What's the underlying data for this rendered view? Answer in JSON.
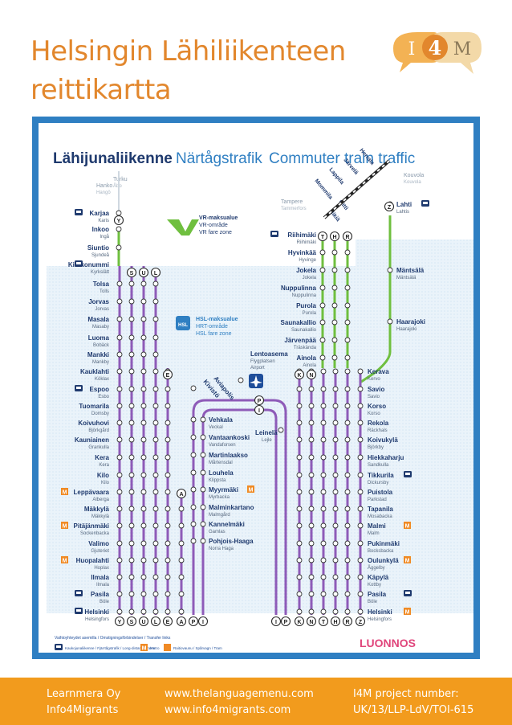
{
  "header": {
    "title_line1": "Helsingin Lähiliikenteen",
    "title_line2": "reittikartta",
    "logo": {
      "left": "I",
      "middle": "4",
      "right": "M"
    }
  },
  "map": {
    "heading": {
      "fi": "Lähijunaliikenne",
      "sv": "Närtågstrafik",
      "en": "Commuter train traffic"
    },
    "zones": {
      "vr": {
        "fi": "VR-maksualue",
        "sv": "VR-område",
        "en": "VR fare zone"
      },
      "hsl": {
        "fi": "HSL-maksualue",
        "sv": "HRT-område",
        "en": "HSL fare zone"
      }
    },
    "branch_labels": {
      "hanko": {
        "fi": "Hanko",
        "sv": "Hangö"
      },
      "turku": {
        "fi": "Turku",
        "sv": "Åbo"
      },
      "tampere": {
        "fi": "Tampere",
        "sv": "Tammerfors"
      },
      "kouvola": {
        "fi": "Kouvola",
        "sv": "Kouvola"
      },
      "hikia": {
        "fi": "Hikiä",
        "sv": "Hikiä"
      },
      "oitti": {
        "fi": "Oitti",
        "sv": "Oitti"
      },
      "mommila": {
        "fi": "Mommila",
        "sv": "Mommila"
      },
      "lappila": {
        "fi": "Lappila",
        "sv": "Lappila"
      },
      "jarvela": {
        "fi": "Järvelä",
        "sv": "Järvelä"
      },
      "herrala": {
        "fi": "Herrala",
        "sv": "Herrala"
      }
    },
    "airport": {
      "lentoasema": {
        "fi": "Lentoasema",
        "sv": "Flygplatsen",
        "en": "Airport"
      },
      "aviapolis": {
        "fi": "Aviapolis",
        "sv": "Aviapolis"
      },
      "kivisto": {
        "fi": "Kivistö",
        "sv": "Kivistö"
      },
      "leinela": {
        "fi": "Leinelä",
        "sv": "Lejle"
      }
    },
    "line_badges": {
      "y": "Y",
      "s": "S",
      "u": "U",
      "l": "L",
      "e": "E",
      "a": "A",
      "p": "P",
      "i": "I",
      "k": "K",
      "n": "N",
      "t": "T",
      "h": "H",
      "r": "R",
      "z": "Z"
    },
    "bottom_left_badges": [
      "Y",
      "S",
      "U",
      "L",
      "E",
      "A",
      "P",
      "I"
    ],
    "bottom_right_badges": [
      "I",
      "P",
      "K",
      "N",
      "T",
      "H",
      "R",
      "Z"
    ],
    "west_stations": [
      {
        "fi": "Karjaa",
        "sv": "Karis"
      },
      {
        "fi": "Inkoo",
        "sv": "Ingå"
      },
      {
        "fi": "Siuntio",
        "sv": "Sjundeå"
      },
      {
        "fi": "Kirkkonummi",
        "sv": "Kyrkslätt"
      },
      {
        "fi": "Tolsa",
        "sv": "Tolls"
      },
      {
        "fi": "Jorvas",
        "sv": "Jorvas"
      },
      {
        "fi": "Masala",
        "sv": "Masaby"
      },
      {
        "fi": "Luoma",
        "sv": "Bobäck"
      },
      {
        "fi": "Mankki",
        "sv": "Mankby"
      },
      {
        "fi": "Kauklahti",
        "sv": "Köklax"
      },
      {
        "fi": "Espoo",
        "sv": "Esbo"
      },
      {
        "fi": "Tuomarila",
        "sv": "Domsby"
      },
      {
        "fi": "Koivuhovi",
        "sv": "Björkgård"
      },
      {
        "fi": "Kauniainen",
        "sv": "Grankulla"
      },
      {
        "fi": "Kera",
        "sv": "Kera"
      },
      {
        "fi": "Kilo",
        "sv": "Kilo"
      },
      {
        "fi": "Leppävaara",
        "sv": "Alberga"
      },
      {
        "fi": "Mäkkylä",
        "sv": "Mäkkylä"
      },
      {
        "fi": "Pitäjänmäki",
        "sv": "Sockenbacka"
      },
      {
        "fi": "Valimo",
        "sv": "Gjuteriet"
      },
      {
        "fi": "Huopalahti",
        "sv": "Hoplax"
      },
      {
        "fi": "Ilmala",
        "sv": "Ilmala"
      },
      {
        "fi": "Pasila",
        "sv": "Böle"
      },
      {
        "fi": "Helsinki",
        "sv": "Helsingfors"
      }
    ],
    "ring_stations": [
      {
        "fi": "Vehkala",
        "sv": "Veckal"
      },
      {
        "fi": "Vantaankoski",
        "sv": "Vandaforsen"
      },
      {
        "fi": "Martinlaakso",
        "sv": "Mårtensdal"
      },
      {
        "fi": "Louhela",
        "sv": "Klippsta"
      },
      {
        "fi": "Myyrmäki",
        "sv": "Myrbacka"
      },
      {
        "fi": "Malminkartano",
        "sv": "Malmgård"
      },
      {
        "fi": "Kannelmäki",
        "sv": "Gamlas"
      },
      {
        "fi": "Pohjois-Haaga",
        "sv": "Norra Haga"
      }
    ],
    "main_stations": [
      {
        "fi": "Riihimäki",
        "sv": "Riihimäki"
      },
      {
        "fi": "Hyvinkää",
        "sv": "Hyvinge"
      },
      {
        "fi": "Jokela",
        "sv": "Jokela"
      },
      {
        "fi": "Nuppulinna",
        "sv": "Nuppulinna"
      },
      {
        "fi": "Purola",
        "sv": "Purola"
      },
      {
        "fi": "Saunakallio",
        "sv": "Saunakallio"
      },
      {
        "fi": "Järvenpää",
        "sv": "Träskända"
      },
      {
        "fi": "Ainola",
        "sv": "Ainola"
      }
    ],
    "east_stations": [
      {
        "fi": "Lahti",
        "sv": "Lahtis"
      },
      {
        "fi": "Mäntsälä",
        "sv": "Mäntsälä"
      },
      {
        "fi": "Haarajoki",
        "sv": "Haarajoki"
      },
      {
        "fi": "Kerava",
        "sv": "Kervo"
      },
      {
        "fi": "Savio",
        "sv": "Savio"
      },
      {
        "fi": "Korso",
        "sv": "Korso"
      },
      {
        "fi": "Rekola",
        "sv": "Räckhals"
      },
      {
        "fi": "Koivukylä",
        "sv": "Björkby"
      },
      {
        "fi": "Hiekkaharju",
        "sv": "Sandkulla"
      },
      {
        "fi": "Tikkurila",
        "sv": "Dickursby"
      },
      {
        "fi": "Puistola",
        "sv": "Parkstad"
      },
      {
        "fi": "Tapanila",
        "sv": "Mosabacka"
      },
      {
        "fi": "Malmi",
        "sv": "Malm"
      },
      {
        "fi": "Pukinmäki",
        "sv": "Bocksbacka"
      },
      {
        "fi": "Oulunkylä",
        "sv": "Åggelby"
      },
      {
        "fi": "Käpylä",
        "sv": "Kottby"
      },
      {
        "fi": "Pasila",
        "sv": "Böle"
      },
      {
        "fi": "Helsinki",
        "sv": "Helsingfors"
      }
    ],
    "legend": {
      "title": "Vaihtoyhteydet asemilla / Omstigningsförbindelser / Transfer links",
      "items": [
        "Kaukojunaliikenne / Fjärrtågstrafik / Long-distance trains",
        "Metro",
        "Raitiovaunu / Spårvagn / Tram"
      ]
    },
    "metro_letter": "M",
    "brand": "LUONNOS"
  },
  "footer": {
    "col1": [
      "Learnmera Oy",
      "Info4Migrants"
    ],
    "col2": [
      "www.thelanguagemenu.com",
      "www.info4migrants.com"
    ],
    "col3": [
      "I4M project number:",
      "UK/13/LLP-LdV/TOI-615"
    ]
  },
  "colors": {
    "title": "#e2872d",
    "footer": "#f29b1d",
    "frame": "#2f7fc2",
    "purple_line": "#8e5bb8",
    "green_line": "#6fbf3f",
    "navy": "#1f3a6e",
    "hsl_zone": "#eaf3fa",
    "metro": "#f08a24",
    "brand": "#e0457b"
  }
}
